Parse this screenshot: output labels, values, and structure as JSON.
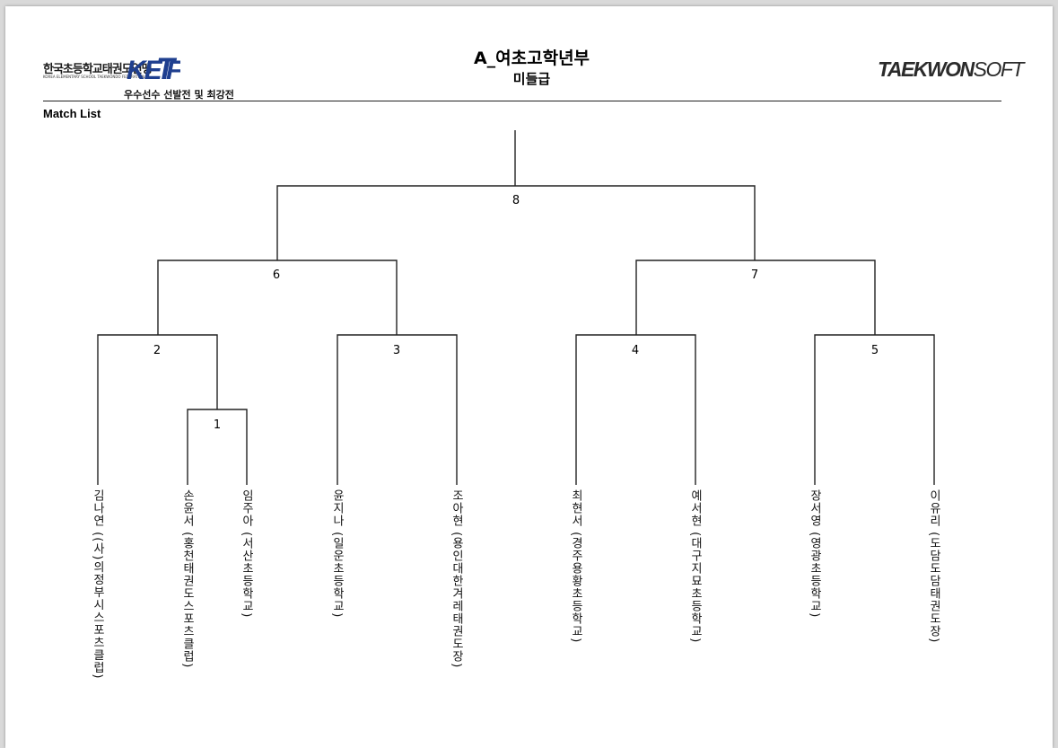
{
  "header": {
    "org_name_kr": "한국초등학교태권도연맹",
    "org_name_en": "KOREA ELEMENTARY SCHOOL TAEKWONDO FEDERATION",
    "org_logo_text": "KETF",
    "event_subtitle": "우수선수 선발전 및 최강전",
    "division_title": "A_여초고학년부",
    "weight_class": "미들급",
    "brand_part1": "TAEKWON",
    "brand_part2": "SOFT"
  },
  "section_label": "Match List",
  "matches": [
    {
      "number": "1"
    },
    {
      "number": "2"
    },
    {
      "number": "3"
    },
    {
      "number": "4"
    },
    {
      "number": "5"
    },
    {
      "number": "6"
    },
    {
      "number": "7"
    },
    {
      "number": "8"
    }
  ],
  "players": [
    {
      "text": "김나연 ((사)의정부시스포츠클럽)"
    },
    {
      "text": "손윤서 (홍천태권도스포츠클럽)"
    },
    {
      "text": "임주아 (서산초등학교)"
    },
    {
      "text": "윤지나 (일운초등학교)"
    },
    {
      "text": "조아현 (용인대한겨레태권도장)"
    },
    {
      "text": "최현서 (경주용황초등학교)"
    },
    {
      "text": "예서현 (대구지묘초등학교)"
    },
    {
      "text": "장서영 (영광초등학교)"
    },
    {
      "text": "이유리 (도담도담태권도장)"
    }
  ],
  "colors": {
    "line": "#222222",
    "logo_blue": "#1f3f8f"
  }
}
